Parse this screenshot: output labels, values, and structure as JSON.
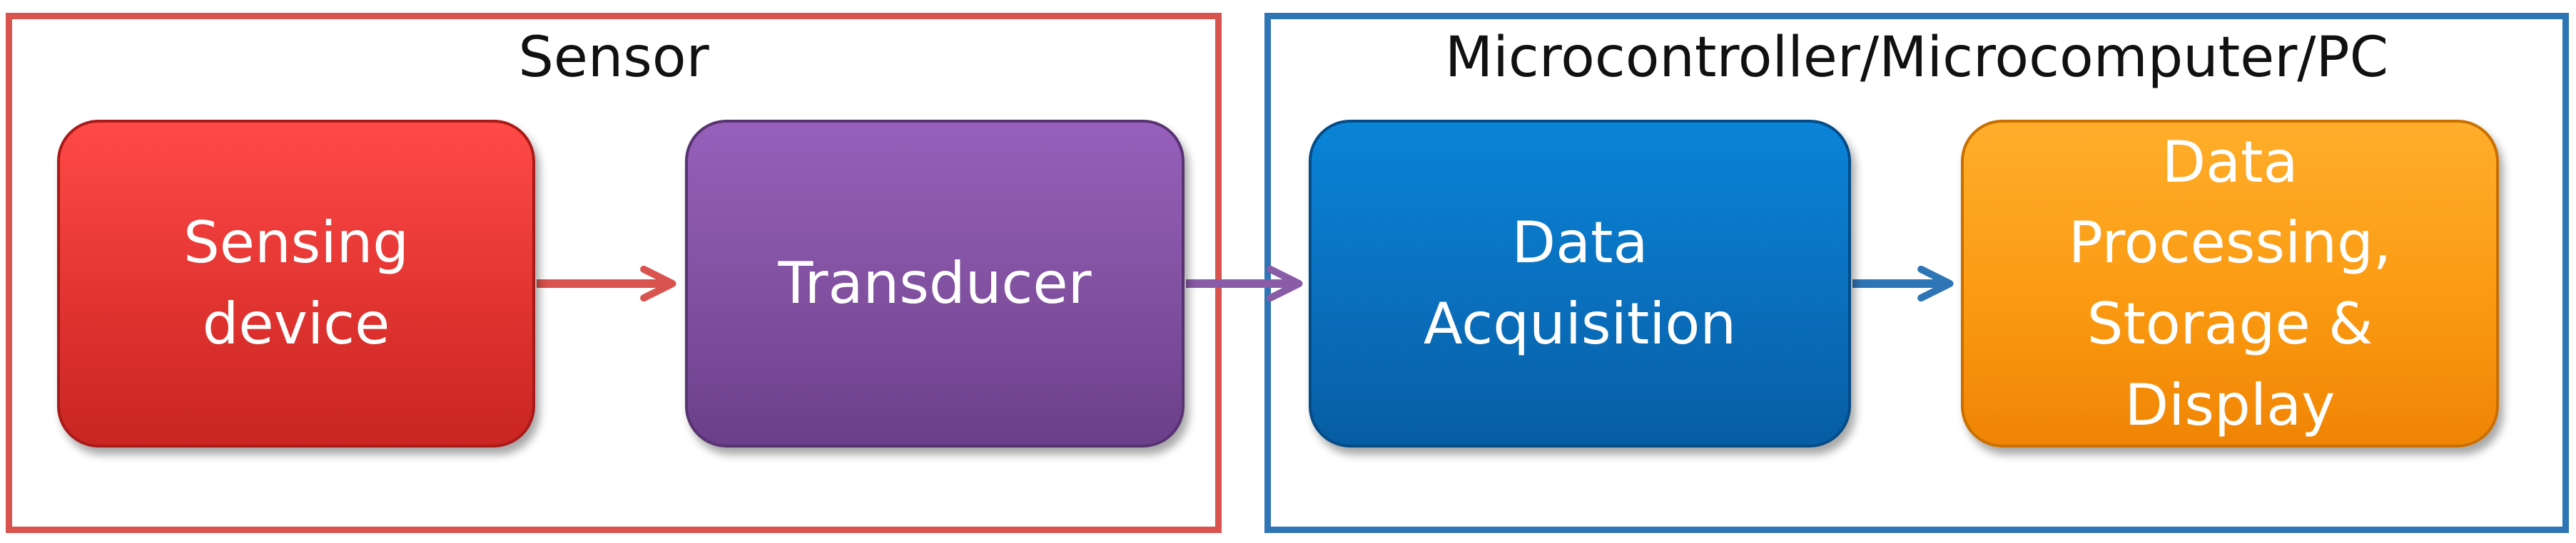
{
  "groups": {
    "sensor": {
      "title": "Sensor",
      "border_color": "#d9534f"
    },
    "pc": {
      "title": "Microcontroller/Microcomputer/PC",
      "border_color": "#2e75b6"
    }
  },
  "blocks": {
    "sensing": {
      "label": "Sensing\ndevice",
      "color": "#e13431"
    },
    "transducer": {
      "label": "Transducer",
      "color": "#80509f"
    },
    "acquisition": {
      "label": "Data\nAcquisition",
      "color": "#0a6fbd"
    },
    "processing": {
      "label": "Data\nProcessing,\nStorage &\nDisplay",
      "color": "#fb9a12"
    }
  },
  "arrows": [
    {
      "from": "Sensing device",
      "to": "Transducer",
      "color": "#d9534f"
    },
    {
      "from": "Transducer",
      "to": "Data Acquisition",
      "color": "#8a5ca8"
    },
    {
      "from": "Data Acquisition",
      "to": "Data Processing, Storage & Display",
      "color": "#2e75b6"
    }
  ]
}
